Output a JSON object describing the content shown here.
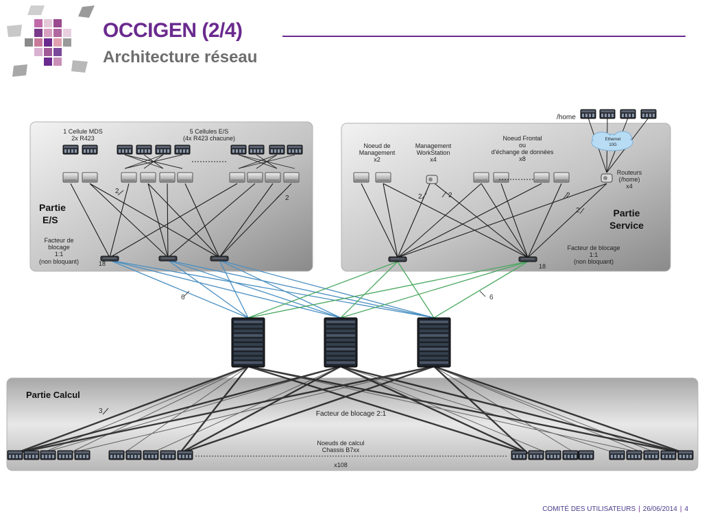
{
  "header": {
    "title": "OCCIGEN (2/4)",
    "subtitle": "Architecture réseau"
  },
  "es_panel": {
    "title_line1": "Partie",
    "title_line2": "E/S",
    "mds_line1": "1 Cellule MDS",
    "mds_line2": "2x R423",
    "cells_line1": "5 Cellules E/S",
    "cells_line2": "(4x R423 chacune)",
    "blocking_line1": "Facteur de",
    "blocking_line2": "blocage",
    "blocking_line3": "1:1",
    "blocking_line4": "(non bloquant)",
    "link_a": "2",
    "link_b": "2",
    "ports": "18"
  },
  "service_panel": {
    "title_line1": "Partie",
    "title_line2": "Service",
    "mgmt_line1": "Noeud de",
    "mgmt_line2": "Management",
    "mgmt_line3": "x2",
    "ws_line1": "Management",
    "ws_line2": "WorkStation",
    "ws_line3": "x4",
    "front_line1": "Noeud Frontal",
    "front_line2": "ou",
    "front_line3": "d'échange de données",
    "front_line4": "x8",
    "routers_line1": "Routeurs",
    "routers_line2": "(/home)",
    "routers_line3": "x4",
    "home_label": "/home",
    "cloud_line1": "Ethernet",
    "cloud_line2": "10G",
    "link_a": "2",
    "link_b": "2",
    "link_c": "2",
    "link_d": "2",
    "blocking_line1": "Facteur de blocage",
    "blocking_line2": "1:1",
    "blocking_line3": "(non bloquant)",
    "ports": "18"
  },
  "middle": {
    "link_left": "6",
    "link_right": "6"
  },
  "calc_panel": {
    "title": "Partie Calcul",
    "blocking": "Facteur de blocage 2:1",
    "nodes_line1": "Noeuds de calcul",
    "nodes_line2": "Chassis B7xx",
    "count": "x108",
    "link": "3"
  },
  "footer": {
    "event": "COMITÉ DES UTILISATEURS",
    "date": "26/06/2014",
    "page": "4"
  },
  "colors": {
    "brand": "#6a2a8e",
    "es_links": "#4a8fc2",
    "service_links": "#4aa860"
  }
}
